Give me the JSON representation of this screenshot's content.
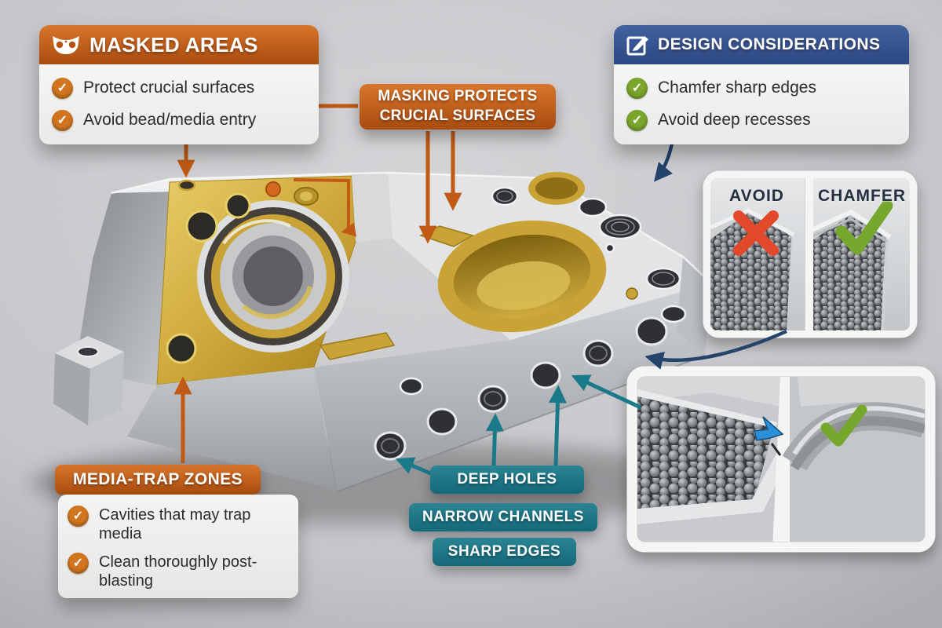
{
  "masked_areas": {
    "title": "MASKED AREAS",
    "items": [
      "Protect crucial surfaces",
      "Avoid bead/media entry"
    ]
  },
  "design_considerations": {
    "title": "DESIGN CONSIDERATIONS",
    "items": [
      "Chamfer sharp edges",
      "Avoid deep recesses"
    ]
  },
  "masking_label": {
    "line1": "MASKING PROTECTS",
    "line2": "CRUCIAL SURFACES"
  },
  "media_trap": {
    "title": "MEDIA-TRAP ZONES",
    "items": [
      "Cavities that may trap media",
      "Clean thoroughly post-blasting"
    ]
  },
  "feature_labels": {
    "deep_holes": "DEEP HOLES",
    "narrow_channels": "NARROW CHANNELS",
    "sharp_edges": "SHARP EDGES"
  },
  "comparison": {
    "avoid": "AVOID",
    "chamfer": "CHAMFER"
  },
  "icons": {
    "check": "✓"
  },
  "colors": {
    "orange": "#c05a15",
    "blue": "#35548f",
    "teal": "#1b7a8a",
    "green": "#76a72d",
    "red": "#e2492a",
    "navy": "#24446b",
    "gold": "#c9a336",
    "background": "#c9c9cc"
  }
}
